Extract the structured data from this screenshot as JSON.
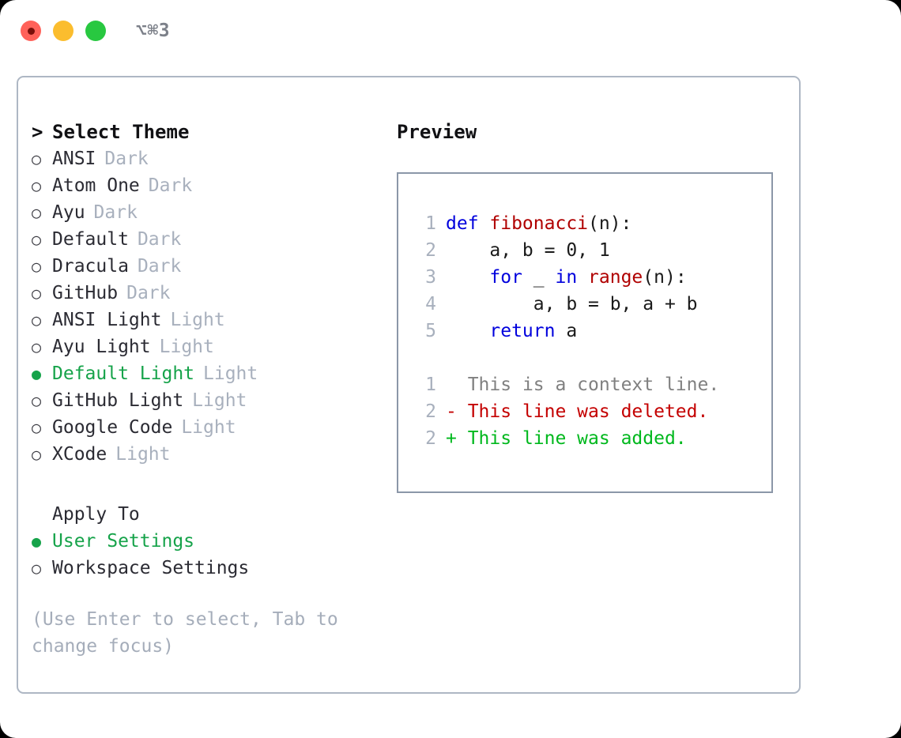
{
  "window": {
    "title": "⌥⌘3",
    "traffic_lights": [
      {
        "name": "close",
        "color": "#ff6159"
      },
      {
        "name": "minimize",
        "color": "#fbbd2e"
      },
      {
        "name": "maximize",
        "color": "#28c840"
      }
    ]
  },
  "theme_picker": {
    "prompt": ">",
    "header": "Select Theme",
    "bullet_off": "○",
    "bullet_on": "●",
    "items": [
      {
        "name": "ANSI",
        "badge": "Dark",
        "selected": false
      },
      {
        "name": "Atom One",
        "badge": "Dark",
        "selected": false
      },
      {
        "name": "Ayu",
        "badge": "Dark",
        "selected": false
      },
      {
        "name": "Default",
        "badge": "Dark",
        "selected": false
      },
      {
        "name": "Dracula",
        "badge": "Dark",
        "selected": false
      },
      {
        "name": "GitHub",
        "badge": "Dark",
        "selected": false
      },
      {
        "name": "ANSI Light",
        "badge": "Light",
        "selected": false
      },
      {
        "name": "Ayu Light",
        "badge": "Light",
        "selected": false
      },
      {
        "name": "Default Light",
        "badge": "Light",
        "selected": true
      },
      {
        "name": "GitHub Light",
        "badge": "Light",
        "selected": false
      },
      {
        "name": "Google Code",
        "badge": "Light",
        "selected": false
      },
      {
        "name": "XCode",
        "badge": "Light",
        "selected": false
      }
    ]
  },
  "apply_to": {
    "label": "Apply To",
    "options": [
      {
        "label": "User Settings",
        "selected": true
      },
      {
        "label": "Workspace Settings",
        "selected": false
      }
    ]
  },
  "hint": "(Use Enter to select, Tab to change focus)",
  "preview": {
    "title": "Preview",
    "code_lines": [
      {
        "num": "1",
        "segments": [
          {
            "text": "def ",
            "kind": "kw"
          },
          {
            "text": "fibonacci",
            "kind": "fn"
          },
          {
            "text": "(n):",
            "kind": "plain"
          }
        ]
      },
      {
        "num": "2",
        "segments": [
          {
            "text": "    a, b = 0, 1",
            "kind": "plain"
          }
        ]
      },
      {
        "num": "3",
        "segments": [
          {
            "text": "    ",
            "kind": "plain"
          },
          {
            "text": "for",
            "kind": "kw"
          },
          {
            "text": " _ ",
            "kind": "plain"
          },
          {
            "text": "in",
            "kind": "kw"
          },
          {
            "text": " ",
            "kind": "plain"
          },
          {
            "text": "range",
            "kind": "fn"
          },
          {
            "text": "(n):",
            "kind": "plain"
          }
        ]
      },
      {
        "num": "4",
        "segments": [
          {
            "text": "        a, b = b, a + b",
            "kind": "plain"
          }
        ]
      },
      {
        "num": "5",
        "segments": [
          {
            "text": "    ",
            "kind": "plain"
          },
          {
            "text": "return",
            "kind": "kw"
          },
          {
            "text": " a",
            "kind": "plain"
          }
        ]
      }
    ],
    "diff_lines": [
      {
        "num": "1",
        "marker": " ",
        "text": " This is a context line.",
        "kind": "ctx"
      },
      {
        "num": "2",
        "marker": "-",
        "text": " This line was deleted.",
        "kind": "del"
      },
      {
        "num": "2",
        "marker": "+",
        "text": " This line was added.",
        "kind": "add"
      }
    ]
  },
  "colors": {
    "accent_green": "#16a34a",
    "badge_gray": "#a8b0bd",
    "keyword_blue": "#0000dd",
    "function_red": "#b00000",
    "diff_add": "#00b81d",
    "diff_del": "#c40000",
    "diff_ctx": "#808080",
    "panel_border": "#aeb7c4",
    "preview_border": "#8b97a8"
  }
}
